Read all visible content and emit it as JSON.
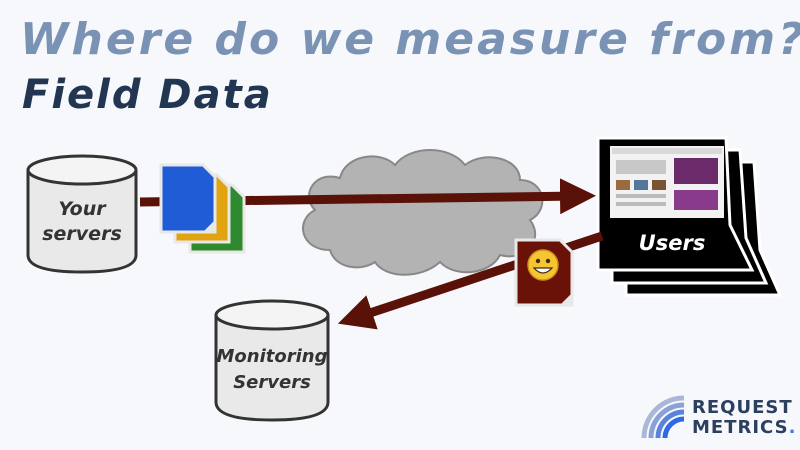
{
  "title": "Where do we measure from?",
  "subtitle": "Field Data",
  "nodes": {
    "your_servers": [
      "Your",
      "servers"
    ],
    "monitoring_servers": [
      "Monitoring",
      "Servers"
    ],
    "users": "Users"
  },
  "logo": {
    "line1": "REQUEST",
    "line2": "METRICS",
    "dot": "."
  },
  "colors": {
    "title": "#7a93b5",
    "subtitle": "#223651",
    "arrow": "#5a1208",
    "cloud": "#b3b3b3",
    "doc_blue": "#1f5cd6",
    "doc_yellow": "#e1a410",
    "doc_green": "#2f8a2f",
    "report_doc": "#6a1208"
  }
}
